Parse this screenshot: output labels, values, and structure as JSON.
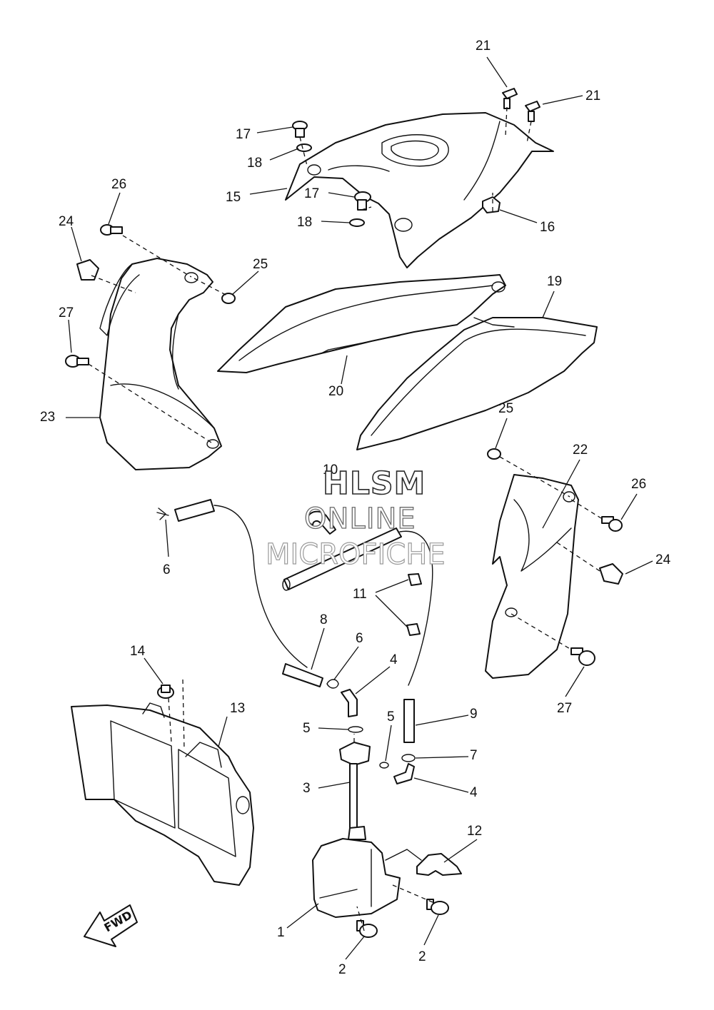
{
  "watermark": {
    "line1": "HLSM",
    "line2": "ONLINE",
    "line3": "MICROFICHE"
  },
  "fwd_label": "FWD",
  "callouts": [
    "21",
    "21",
    "17",
    "18",
    "15",
    "17",
    "18",
    "16",
    "26",
    "24",
    "25",
    "27",
    "19",
    "20",
    "23",
    "25",
    "22",
    "10",
    "26",
    "6",
    "24",
    "11",
    "8",
    "6",
    "14",
    "4",
    "13",
    "9",
    "5",
    "5",
    "7",
    "3",
    "4",
    "12",
    "1",
    "2",
    "2",
    "27"
  ]
}
